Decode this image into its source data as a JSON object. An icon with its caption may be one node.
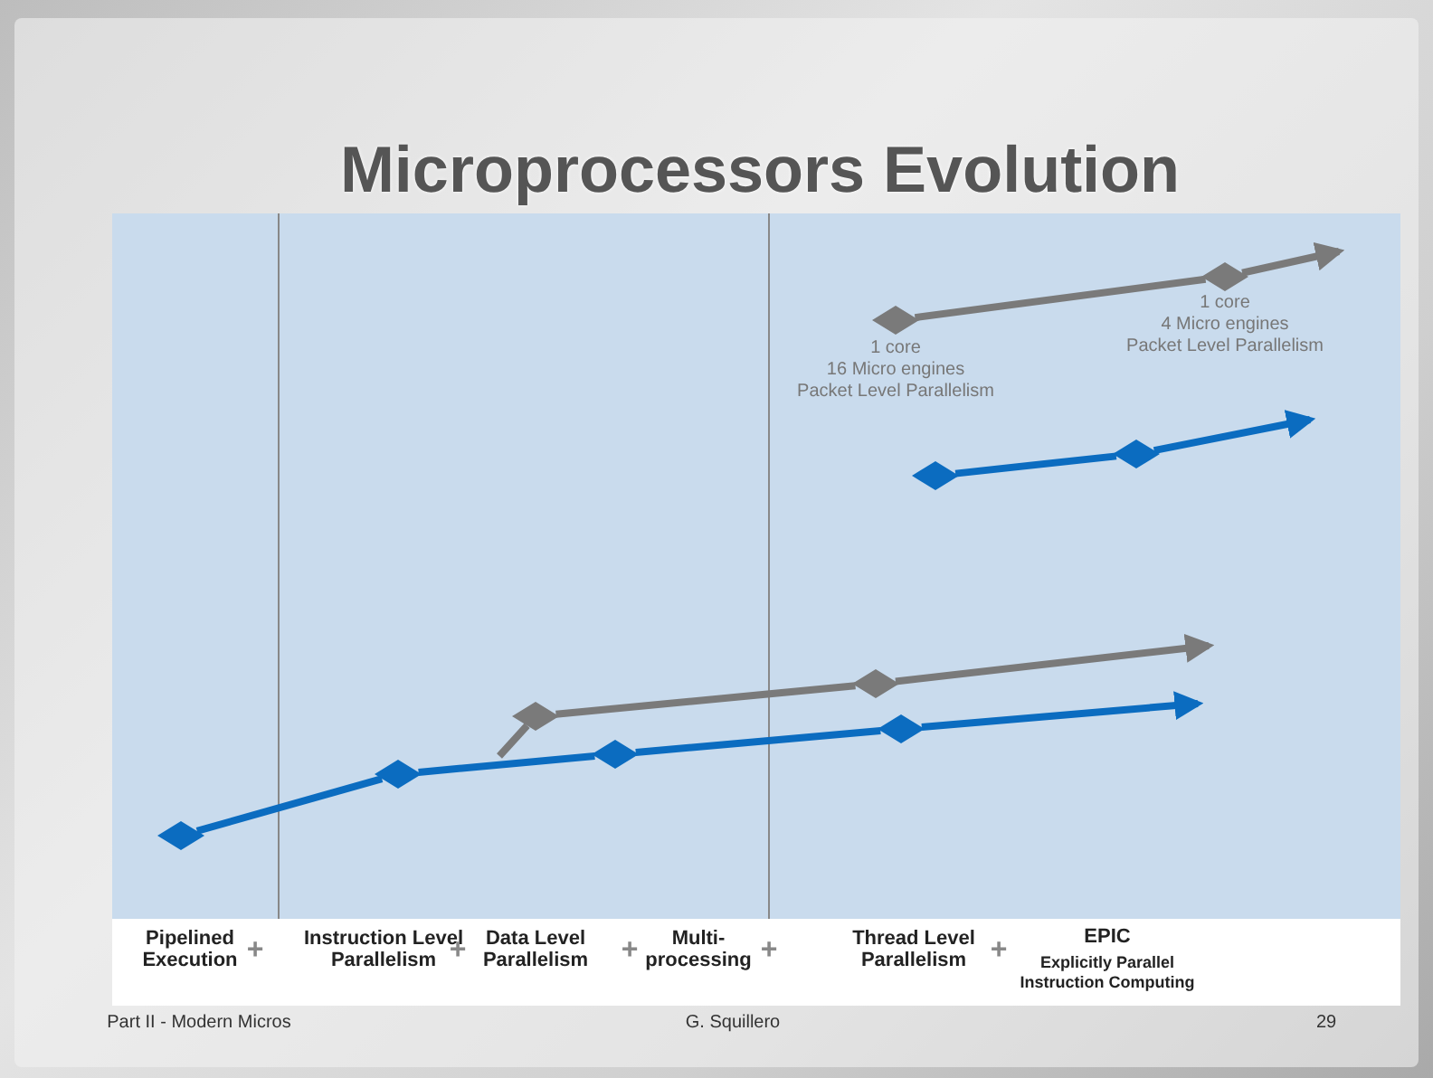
{
  "diagram": {
    "title": "Microprocessors Evolution",
    "nodes": [
      {
        "text": [],
        "shape": "diamond"
      },
      {
        "text": [],
        "shape": "diamond"
      },
      {
        "text": [],
        "shape": "diamond"
      },
      {
        "text": [],
        "shape": "diamond"
      },
      {
        "text": [],
        "shape": "diamond"
      },
      {
        "text": [],
        "shape": "diamond"
      },
      {
        "text": [],
        "shape": "diamond",
        "beside": [
          "1 core",
          "16 Micro engines",
          "Packet Level Parallelism"
        ]
      },
      {
        "text": [],
        "shape": "diamond",
        "beside": [
          "1 core",
          "4 Micro engines",
          "Packet Level Parallelism"
        ]
      },
      {
        "text": [],
        "shape": "diamond"
      },
      {
        "text": [],
        "shape": "diamond"
      }
    ],
    "edges": [
      {
        "from": 0,
        "to": 1,
        "arrow": "none"
      },
      {
        "from": 1,
        "to": 2,
        "arrow": "none"
      },
      {
        "from": 2,
        "to": 3,
        "arrow": "none"
      },
      {
        "from": 3,
        "to": null,
        "arrow": "to"
      },
      {
        "from": null,
        "to": 4,
        "arrow": "none",
        "color": "#7a7a7a"
      },
      {
        "from": 4,
        "to": 5,
        "arrow": "none",
        "color": "#7a7a7a"
      },
      {
        "from": 5,
        "to": null,
        "arrow": "to",
        "color": "#7a7a7a"
      },
      {
        "from": 6,
        "to": 7,
        "arrow": "none",
        "color": "#7a7a7a"
      },
      {
        "from": 7,
        "to": null,
        "arrow": "to",
        "color": "#7a7a7a"
      },
      {
        "from": 8,
        "to": 9,
        "arrow": "none"
      },
      {
        "from": 9,
        "to": null,
        "arrow": "to"
      }
    ],
    "labels": [
      "Pipelined Execution",
      "+",
      "Instruction Level Parallelism",
      "+",
      "Data Level Parallelism",
      "+",
      "Multi-processing",
      "+",
      "Thread Level Parallelism",
      "+",
      "EPIC",
      "Explicitly Parallel Instruction Computing",
      "Part II - Modern Micros",
      "G. Squillero",
      "29"
    ]
  }
}
